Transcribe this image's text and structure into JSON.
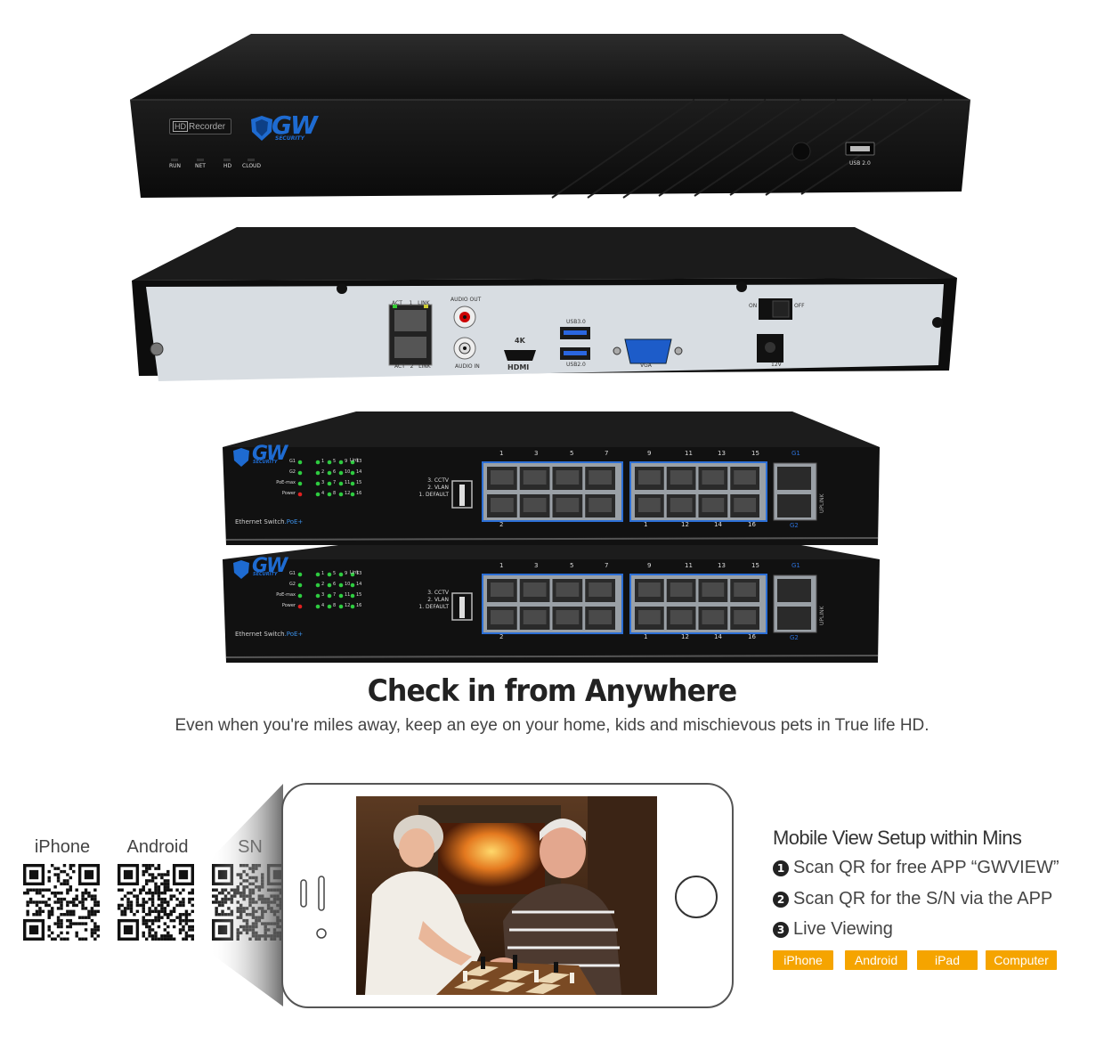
{
  "nvr_front": {
    "display_label_prefix": "HD",
    "display_label_text": "Recorder",
    "brand_logo_text": "GW",
    "brand_logo_sub": "SECURITY",
    "leds": [
      "RUN",
      "NET",
      "HD",
      "CLOUD"
    ],
    "usb_label": "USB 2.0"
  },
  "nvr_rear": {
    "lan_top": [
      "ACT",
      "1",
      "LINK"
    ],
    "lan_bottom": [
      "ACT",
      "2",
      "LINK"
    ],
    "audio_out": "AUDIO OUT",
    "audio_in": "AUDIO IN",
    "hdmi_top": "4K",
    "hdmi_label": "HDMI",
    "usb3": "USB3.0",
    "usb2": "USB2.0",
    "vga": "VGA",
    "switch_on": "ON",
    "switch_off": "OFF",
    "power": "12V"
  },
  "poe_switch": {
    "brand_logo_text": "GW",
    "brand_logo_sub": "SECURITY",
    "led_labels": [
      "G1",
      "G2",
      "PoE-max",
      "Power"
    ],
    "led_cols_top": [
      "1",
      "5",
      "9",
      "13"
    ],
    "led_cols_r2": [
      "2",
      "6",
      "10",
      "14"
    ],
    "led_cols_r3": [
      "3",
      "7",
      "11",
      "15"
    ],
    "led_cols_r4": [
      "4",
      "8",
      "12",
      "16"
    ],
    "link_label": "Link",
    "mode_labels": [
      "3. CCTV",
      "2. VLAN",
      "1. DEFAULT"
    ],
    "top_ports": [
      "1",
      "3",
      "5",
      "7",
      "9",
      "11",
      "13",
      "15"
    ],
    "bottom_ports_a": "2",
    "bottom_ports_b": [
      "1",
      "12",
      "14",
      "16"
    ],
    "uplink_top": "G1",
    "uplink_bottom": "G2",
    "uplink_label": "UPLINK",
    "footer_label": "Ethernet Switch",
    "footer_poe": ".PoE+"
  },
  "headline": "Check in from Anywhere",
  "subline": "Even when you're miles away, keep an eye on your home, kids and mischievous pets in True life HD.",
  "qr_codes": [
    {
      "label": "iPhone"
    },
    {
      "label": "Android"
    },
    {
      "label": "SN"
    }
  ],
  "setup": {
    "title": "Mobile View Setup within Mins",
    "steps": [
      {
        "num": "1",
        "text": "Scan QR for free APP “GWVIEW”"
      },
      {
        "num": "2",
        "text": "Scan QR for the S/N via the APP"
      },
      {
        "num": "3",
        "text": "Live Viewing"
      }
    ],
    "platforms": [
      "iPhone",
      "Android",
      "iPad",
      "Computer"
    ]
  },
  "colors": {
    "accent_orange": "#f5a400",
    "brand_blue": "#1e6bd1",
    "device_black": "#151515"
  }
}
